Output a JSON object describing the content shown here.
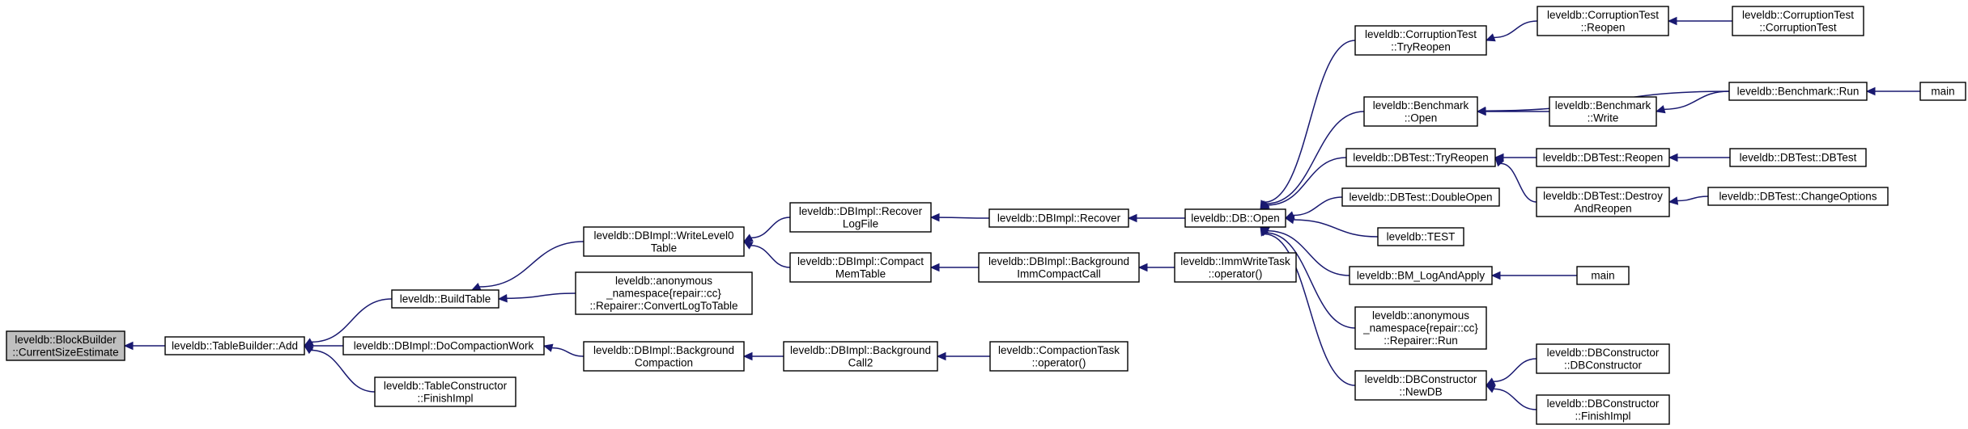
{
  "graph": {
    "nodes": [
      {
        "id": "root",
        "lines": [
          "leveldb::BlockBuilder",
          "::CurrentSizeEstimate"
        ],
        "highlight": true
      },
      {
        "id": "tb_add",
        "lines": [
          "leveldb::TableBuilder::Add"
        ]
      },
      {
        "id": "buildtable",
        "lines": [
          "leveldb::BuildTable"
        ]
      },
      {
        "id": "docompaction",
        "lines": [
          "leveldb::DBImpl::DoCompactionWork"
        ]
      },
      {
        "id": "tc_finish",
        "lines": [
          "leveldb::TableConstructor",
          "::FinishImpl"
        ]
      },
      {
        "id": "writelevel0",
        "lines": [
          "leveldb::DBImpl::WriteLevel0",
          "Table"
        ]
      },
      {
        "id": "convertlog",
        "lines": [
          "leveldb::anonymous",
          "_namespace{repair::cc}",
          "::Repairer::ConvertLogToTable"
        ]
      },
      {
        "id": "bgcompaction",
        "lines": [
          "leveldb::DBImpl::Background",
          "Compaction"
        ]
      },
      {
        "id": "recoverlog",
        "lines": [
          "leveldb::DBImpl::Recover",
          "LogFile"
        ]
      },
      {
        "id": "compactmem",
        "lines": [
          "leveldb::DBImpl::Compact",
          "MemTable"
        ]
      },
      {
        "id": "bgcall2",
        "lines": [
          "leveldb::DBImpl::Background",
          "Call2"
        ]
      },
      {
        "id": "recover",
        "lines": [
          "leveldb::DBImpl::Recover"
        ]
      },
      {
        "id": "bgimm",
        "lines": [
          "leveldb::DBImpl::Background",
          "ImmCompactCall"
        ]
      },
      {
        "id": "comptask",
        "lines": [
          "leveldb::CompactionTask",
          "::operator()"
        ]
      },
      {
        "id": "dbopen",
        "lines": [
          "leveldb::DB::Open"
        ]
      },
      {
        "id": "immwrite",
        "lines": [
          "leveldb::ImmWriteTask",
          "::operator()"
        ]
      },
      {
        "id": "corr_tryreopen",
        "lines": [
          "leveldb::CorruptionTest",
          "::TryReopen"
        ]
      },
      {
        "id": "bench_open",
        "lines": [
          "leveldb::Benchmark",
          "::Open"
        ]
      },
      {
        "id": "dbt_tryreopen",
        "lines": [
          "leveldb::DBTest::TryReopen"
        ]
      },
      {
        "id": "dbt_doubleopen",
        "lines": [
          "leveldb::DBTest::DoubleOpen"
        ]
      },
      {
        "id": "ldb_test",
        "lines": [
          "leveldb::TEST"
        ]
      },
      {
        "id": "bm_logapply",
        "lines": [
          "leveldb::BM_LogAndApply"
        ]
      },
      {
        "id": "repairer_run",
        "lines": [
          "leveldb::anonymous",
          "_namespace{repair::cc}",
          "::Repairer::Run"
        ]
      },
      {
        "id": "dbc_newdb",
        "lines": [
          "leveldb::DBConstructor",
          "::NewDB"
        ]
      },
      {
        "id": "corr_reopen",
        "lines": [
          "leveldb::CorruptionTest",
          "::Reopen"
        ]
      },
      {
        "id": "bench_write",
        "lines": [
          "leveldb::Benchmark",
          "::Write"
        ]
      },
      {
        "id": "dbt_reopen",
        "lines": [
          "leveldb::DBTest::Reopen"
        ]
      },
      {
        "id": "dbt_destroy",
        "lines": [
          "leveldb::DBTest::Destroy",
          "AndReopen"
        ]
      },
      {
        "id": "main_bm",
        "lines": [
          "main"
        ]
      },
      {
        "id": "dbc_ctor",
        "lines": [
          "leveldb::DBConstructor",
          "::DBConstructor"
        ]
      },
      {
        "id": "dbc_finish",
        "lines": [
          "leveldb::DBConstructor",
          "::FinishImpl"
        ]
      },
      {
        "id": "corr_ctor",
        "lines": [
          "leveldb::CorruptionTest",
          "::CorruptionTest"
        ]
      },
      {
        "id": "bench_run",
        "lines": [
          "leveldb::Benchmark::Run"
        ]
      },
      {
        "id": "dbt_ctor",
        "lines": [
          "leveldb::DBTest::DBTest"
        ]
      },
      {
        "id": "dbt_changeopts",
        "lines": [
          "leveldb::DBTest::ChangeOptions"
        ]
      },
      {
        "id": "main_run",
        "lines": [
          "main"
        ]
      }
    ],
    "edges": [
      {
        "from": "tb_add",
        "to": "root"
      },
      {
        "from": "buildtable",
        "to": "tb_add"
      },
      {
        "from": "docompaction",
        "to": "tb_add"
      },
      {
        "from": "tc_finish",
        "to": "tb_add"
      },
      {
        "from": "writelevel0",
        "to": "buildtable"
      },
      {
        "from": "convertlog",
        "to": "buildtable"
      },
      {
        "from": "bgcompaction",
        "to": "docompaction"
      },
      {
        "from": "recoverlog",
        "to": "writelevel0"
      },
      {
        "from": "compactmem",
        "to": "writelevel0"
      },
      {
        "from": "bgcall2",
        "to": "bgcompaction"
      },
      {
        "from": "recover",
        "to": "recoverlog"
      },
      {
        "from": "bgimm",
        "to": "compactmem"
      },
      {
        "from": "comptask",
        "to": "bgcall2"
      },
      {
        "from": "dbopen",
        "to": "recover"
      },
      {
        "from": "immwrite",
        "to": "bgimm"
      },
      {
        "from": "corr_tryreopen",
        "to": "dbopen"
      },
      {
        "from": "bench_open",
        "to": "dbopen"
      },
      {
        "from": "dbt_tryreopen",
        "to": "dbopen"
      },
      {
        "from": "dbt_doubleopen",
        "to": "dbopen"
      },
      {
        "from": "ldb_test",
        "to": "dbopen"
      },
      {
        "from": "bm_logapply",
        "to": "dbopen"
      },
      {
        "from": "repairer_run",
        "to": "dbopen"
      },
      {
        "from": "dbc_newdb",
        "to": "dbopen"
      },
      {
        "from": "corr_reopen",
        "to": "corr_tryreopen"
      },
      {
        "from": "bench_write",
        "to": "bench_open"
      },
      {
        "from": "bench_run",
        "to": "bench_open"
      },
      {
        "from": "dbt_reopen",
        "to": "dbt_tryreopen"
      },
      {
        "from": "dbt_destroy",
        "to": "dbt_tryreopen"
      },
      {
        "from": "main_bm",
        "to": "bm_logapply"
      },
      {
        "from": "dbc_ctor",
        "to": "dbc_newdb"
      },
      {
        "from": "dbc_finish",
        "to": "dbc_newdb"
      },
      {
        "from": "corr_ctor",
        "to": "corr_reopen"
      },
      {
        "from": "bench_run",
        "to": "bench_write"
      },
      {
        "from": "dbt_ctor",
        "to": "dbt_reopen"
      },
      {
        "from": "dbt_changeopts",
        "to": "dbt_destroy"
      },
      {
        "from": "main_run",
        "to": "bench_run"
      }
    ]
  },
  "colors": {
    "edge": "#191970",
    "root_fill": "#bfbfbf",
    "node_fill": "#ffffff",
    "node_border": "#000000"
  }
}
